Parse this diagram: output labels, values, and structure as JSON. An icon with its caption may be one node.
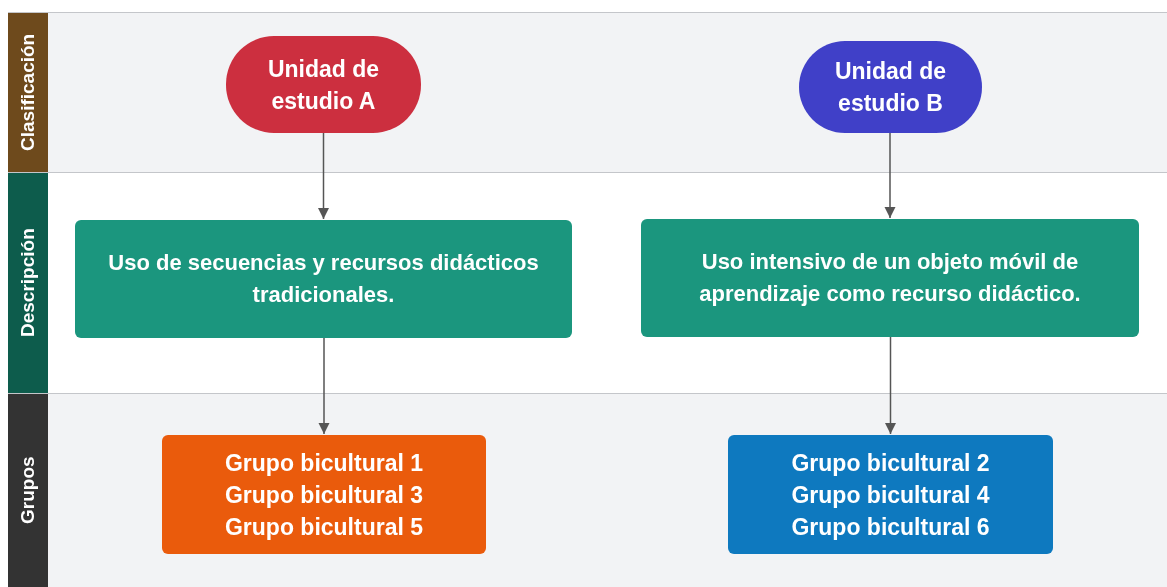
{
  "diagram": {
    "nodes": [
      {
        "text": [
          "Clasificación"
        ]
      },
      {
        "text": [
          "Unidad de estudio A"
        ],
        "in": 0
      },
      {
        "text": [
          "Unidad de estudio B"
        ],
        "in": 0
      },
      {
        "text": [
          "Descripción"
        ]
      },
      {
        "text": [
          "Uso de secuencias y recursos didácticos tradicionales."
        ],
        "in": 3
      },
      {
        "text": [
          "Uso intensivo de un objeto móvil de aprendizaje como recurso didáctico."
        ],
        "in": 3
      },
      {
        "text": [
          "Grupos"
        ]
      },
      {
        "text": [
          "Grupo bicultural 1",
          "Grupo bicultural 3",
          "Grupo bicultural 5"
        ],
        "in": 6
      },
      {
        "text": [
          "Grupo bicultural 2",
          "Grupo bicultural 4",
          "Grupo bicultural 6"
        ],
        "in": 6
      }
    ],
    "edges": [
      {
        "from": 1,
        "to": 4,
        "arrow": "to"
      },
      {
        "from": 4,
        "to": 7,
        "arrow": "to"
      },
      {
        "from": 2,
        "to": 5,
        "arrow": "to"
      },
      {
        "from": 5,
        "to": 8,
        "arrow": "to"
      }
    ]
  }
}
